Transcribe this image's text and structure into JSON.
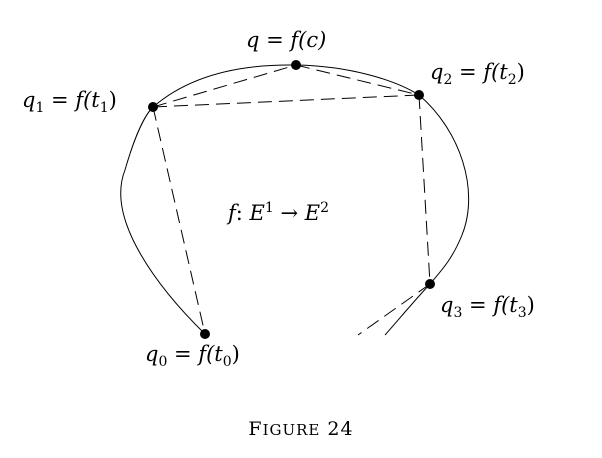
{
  "labels": {
    "q": {
      "var": "q",
      "rhs": "f(c)"
    },
    "q0": {
      "var": "q",
      "sub": "0",
      "fn": "f(t",
      "arg_sub": "0"
    },
    "q1": {
      "var": "q",
      "sub": "1",
      "fn": "f(t",
      "arg_sub": "1"
    },
    "q2": {
      "var": "q",
      "sub": "2",
      "fn": "f(t",
      "arg_sub": "2"
    },
    "q3": {
      "var": "q",
      "sub": "3",
      "fn": "f(t",
      "arg_sub": "3"
    },
    "map": {
      "f": "f",
      "colon": ":",
      "domain": "E",
      "domain_sup": "1",
      "arrow": "→",
      "codomain": "E",
      "codomain_sup": "2"
    }
  },
  "caption": {
    "first": "F",
    "rest": "IGURE",
    "number": "24"
  }
}
